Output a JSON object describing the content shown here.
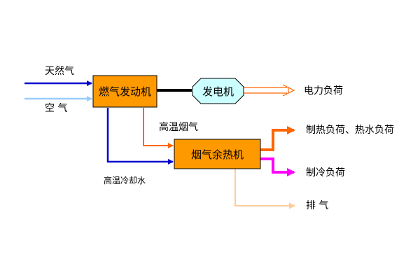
{
  "labels": {
    "natural_gas": "天然气",
    "air": "空 气",
    "gas_engine": "燃气发动机",
    "generator": "发电机",
    "electric_load": "电力负荷",
    "high_temp_flue_gas": "高温烟气",
    "waste_heat_machine": "烟气余热机",
    "heat_load": "制热负荷、热水负荷",
    "cooling_load": "制冷负荷",
    "exhaust": "排 气",
    "high_temp_cooling_water": "高温冷却水"
  },
  "colors": {
    "box_fill": "#ff9900",
    "generator_fill": "#ccffff",
    "gas_line": "#0000cc",
    "air_line": "#99ccff",
    "cooling_water_line": "#0000cc",
    "flue_gas_line": "#ff6600",
    "heat_line": "#ff6600",
    "cooling_line": "#ff00ff",
    "exhaust_line": "#ffcc99",
    "shaft": "#000000"
  }
}
